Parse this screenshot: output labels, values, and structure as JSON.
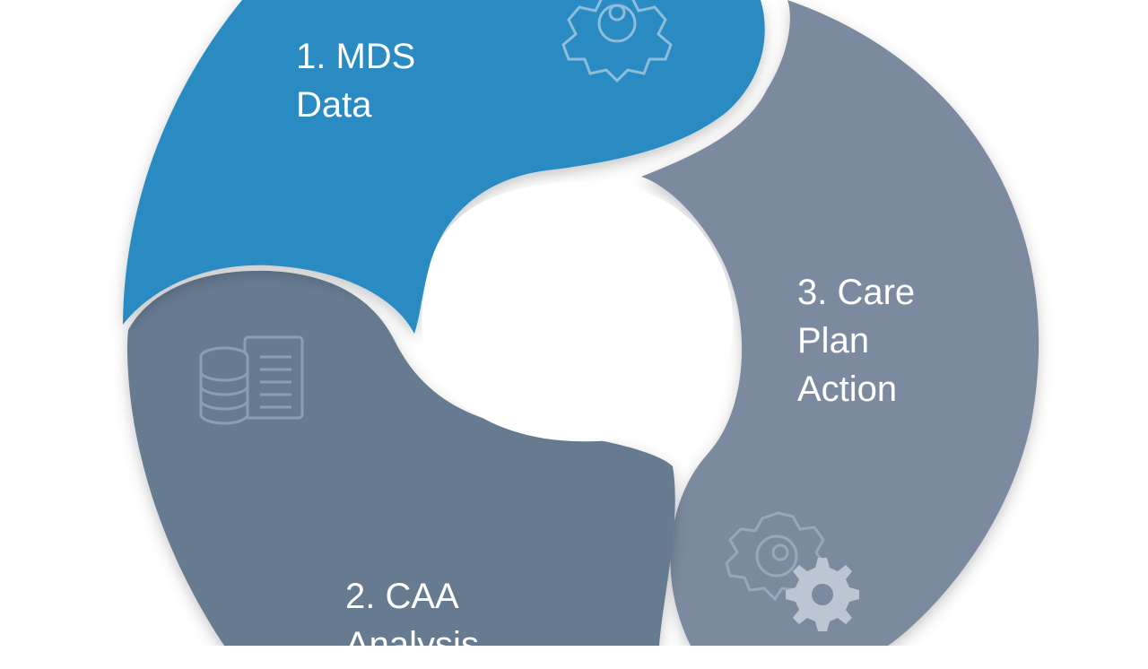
{
  "segments": [
    {
      "id": "1",
      "lines": [
        "1. MDS",
        "Data"
      ],
      "color": "#2a8bc3",
      "icon": "gear-icon"
    },
    {
      "id": "2",
      "lines": [
        "2. CAA",
        "Analysis"
      ],
      "color": "#667a90",
      "icon": "database-document-icon"
    },
    {
      "id": "3",
      "lines": [
        "3. Care",
        "Plan",
        "Action"
      ],
      "color": "#7b8aa0",
      "icon": "gears-icon"
    }
  ],
  "colors": {
    "background": "#ffffff",
    "text": "#ffffff",
    "icon_line": "#a9b8ca"
  }
}
